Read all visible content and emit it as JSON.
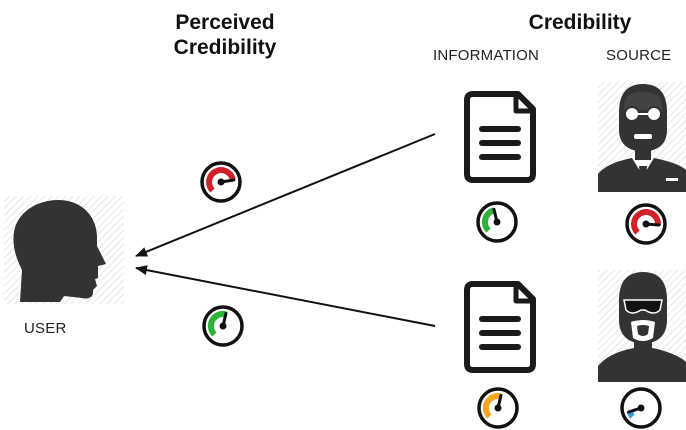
{
  "headings": {
    "perceived_line1": "Perceived",
    "perceived_line2": "Credibility",
    "credibility": "Credibility",
    "information": "INFORMATION",
    "source": "SOURCE"
  },
  "user_label": "USER",
  "colors": {
    "red": "#d0202a",
    "green": "#2cb43a",
    "orange": "#f5a623",
    "blue": "#3a9ee0",
    "ink": "#1a1a1a",
    "silhouette": "#333333"
  },
  "gauges": {
    "perceived_top": {
      "color": "red",
      "level": 0.8
    },
    "perceived_bottom": {
      "color": "green",
      "level": 0.55
    },
    "info_top": {
      "color": "green",
      "level": 0.45
    },
    "info_bottom": {
      "color": "orange",
      "level": 0.55
    },
    "source_top": {
      "color": "red",
      "level": 0.85
    },
    "source_bottom": {
      "color": "blue",
      "level": 0.1
    }
  },
  "icons": {
    "user": "user-head-icon",
    "document": "document-icon",
    "source_top": "person-glasses-tie-icon",
    "source_bottom": "person-sunglasses-goatee-icon"
  }
}
